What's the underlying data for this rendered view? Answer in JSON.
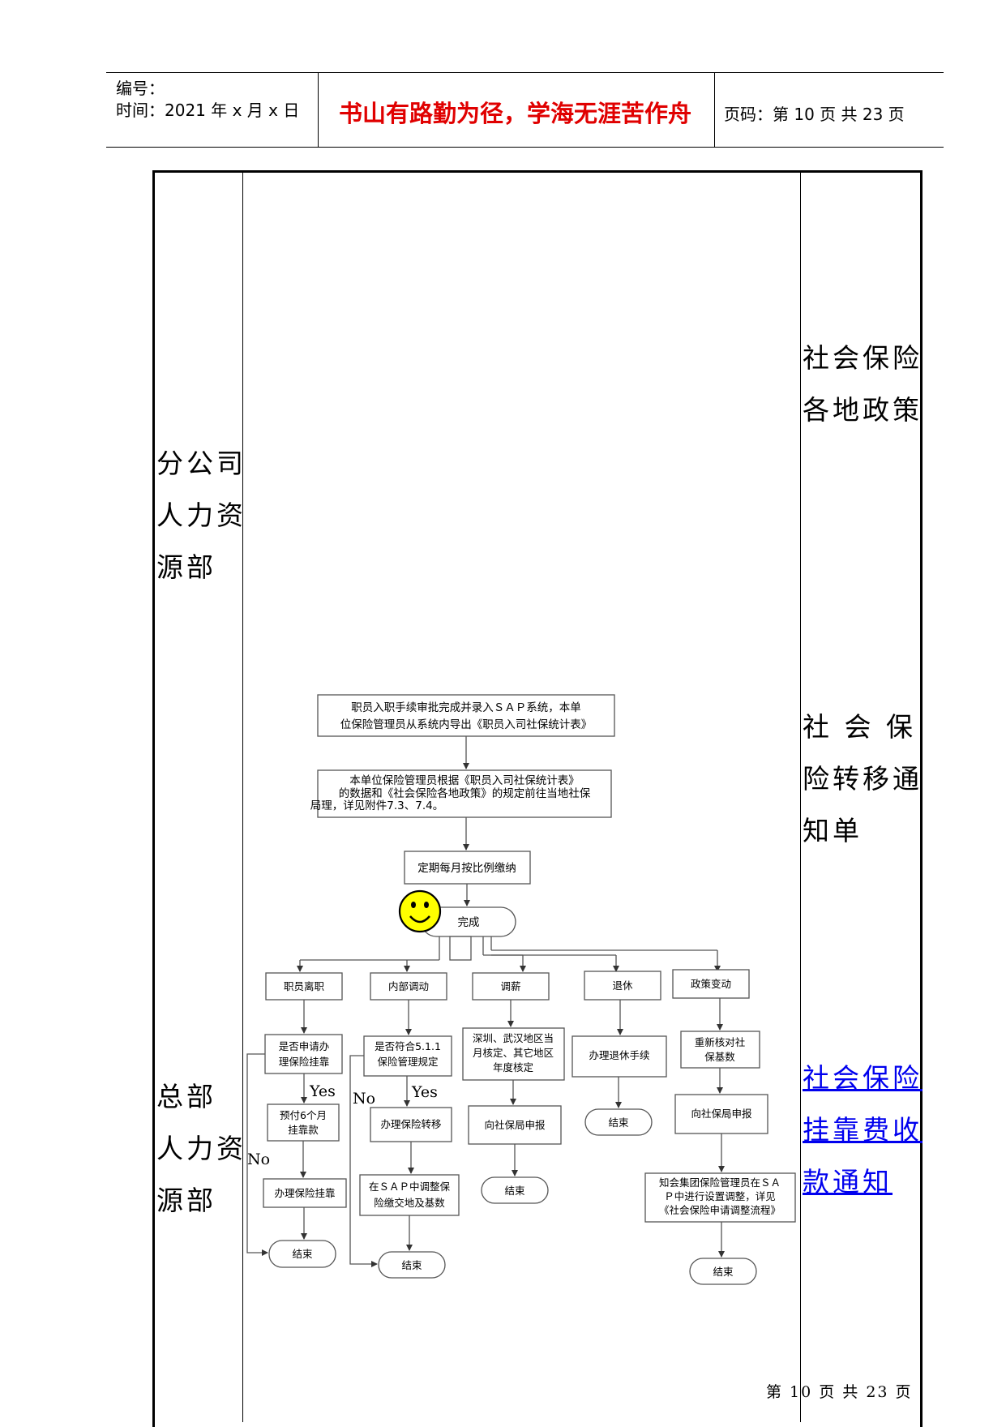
{
  "header": {
    "serial_label": "编号：",
    "time_label": "时间：2021 年 x 月 x 日",
    "motto": "书山有路勤为径，学海无涯苦作舟",
    "page_label": "页码：第 10 页  共 23 页"
  },
  "left_labels": {
    "branch": [
      "分公司",
      "人力资",
      "源部"
    ],
    "hq": [
      "总部",
      "人力资",
      "源部"
    ]
  },
  "right_labels": {
    "policy": [
      "社会保险",
      "各地政策"
    ],
    "transfer": [
      "社 会 保",
      "险转移通",
      "知单"
    ],
    "fee_notice": [
      "社会保险",
      "挂靠费收",
      "款通知"
    ]
  },
  "flow": {
    "step1": [
      "职员入职手续审批完成并录入ＳＡＰ系统，本单",
      "位保险管理员从系统内导出《职员入司社保统计表》"
    ],
    "step2": [
      "本单位保险管理员根据《职员入司社保统计表》",
      "的数据和《社会保险各地政策》的规定前往当地社保",
      "局理，详见附件7.3、7.4。"
    ],
    "step3": "定期每月按比例缴纳",
    "done": "完成",
    "branches": [
      {
        "title": "职员离职",
        "q": [
          "是否申请办",
          "理保险挂靠"
        ],
        "yes": "Yes",
        "no": "No",
        "s1": [
          "预付6个月",
          "挂靠款"
        ],
        "s2": "办理保险挂靠",
        "end": "结束"
      },
      {
        "title": "内部调动",
        "q": [
          "是否符合5.1.1",
          "保险管理规定"
        ],
        "yes": "Yes",
        "no": "No",
        "s1": "办理保险转移",
        "s2": [
          "在ＳＡＰ中调整保",
          "险缴交地及基数"
        ],
        "end": "结束"
      },
      {
        "title": "调薪",
        "s1": [
          "深圳、武汉地区当",
          "月核定、其它地区",
          "年度核定"
        ],
        "s2": "向社保局申报",
        "end": "结束"
      },
      {
        "title": "退休",
        "s1": "办理退休手续",
        "end": "结束"
      },
      {
        "title": "政策变动",
        "s1": [
          "重新核对社",
          "保基数"
        ],
        "s2": "向社保局申报",
        "s3": [
          "知会集团保险管理员在ＳＡ",
          "Ｐ中进行设置调整，详见",
          "《社会保险申请调整流程》"
        ],
        "end": "结束"
      }
    ]
  },
  "footer": "第 10 页 共 23 页"
}
